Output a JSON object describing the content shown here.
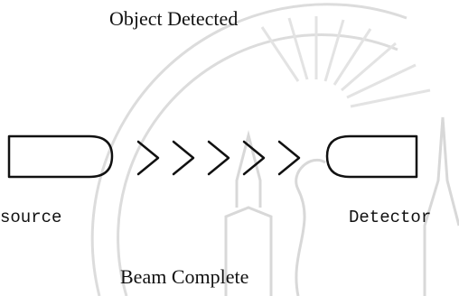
{
  "diagram": {
    "top_caption": "Object Detected",
    "bottom_caption": "Beam Complete",
    "source_label": "source",
    "detector_label": "Detector",
    "beam_chevron_count": 5,
    "colors": {
      "line": "#111111",
      "watermark": "#d9d9d9"
    }
  }
}
